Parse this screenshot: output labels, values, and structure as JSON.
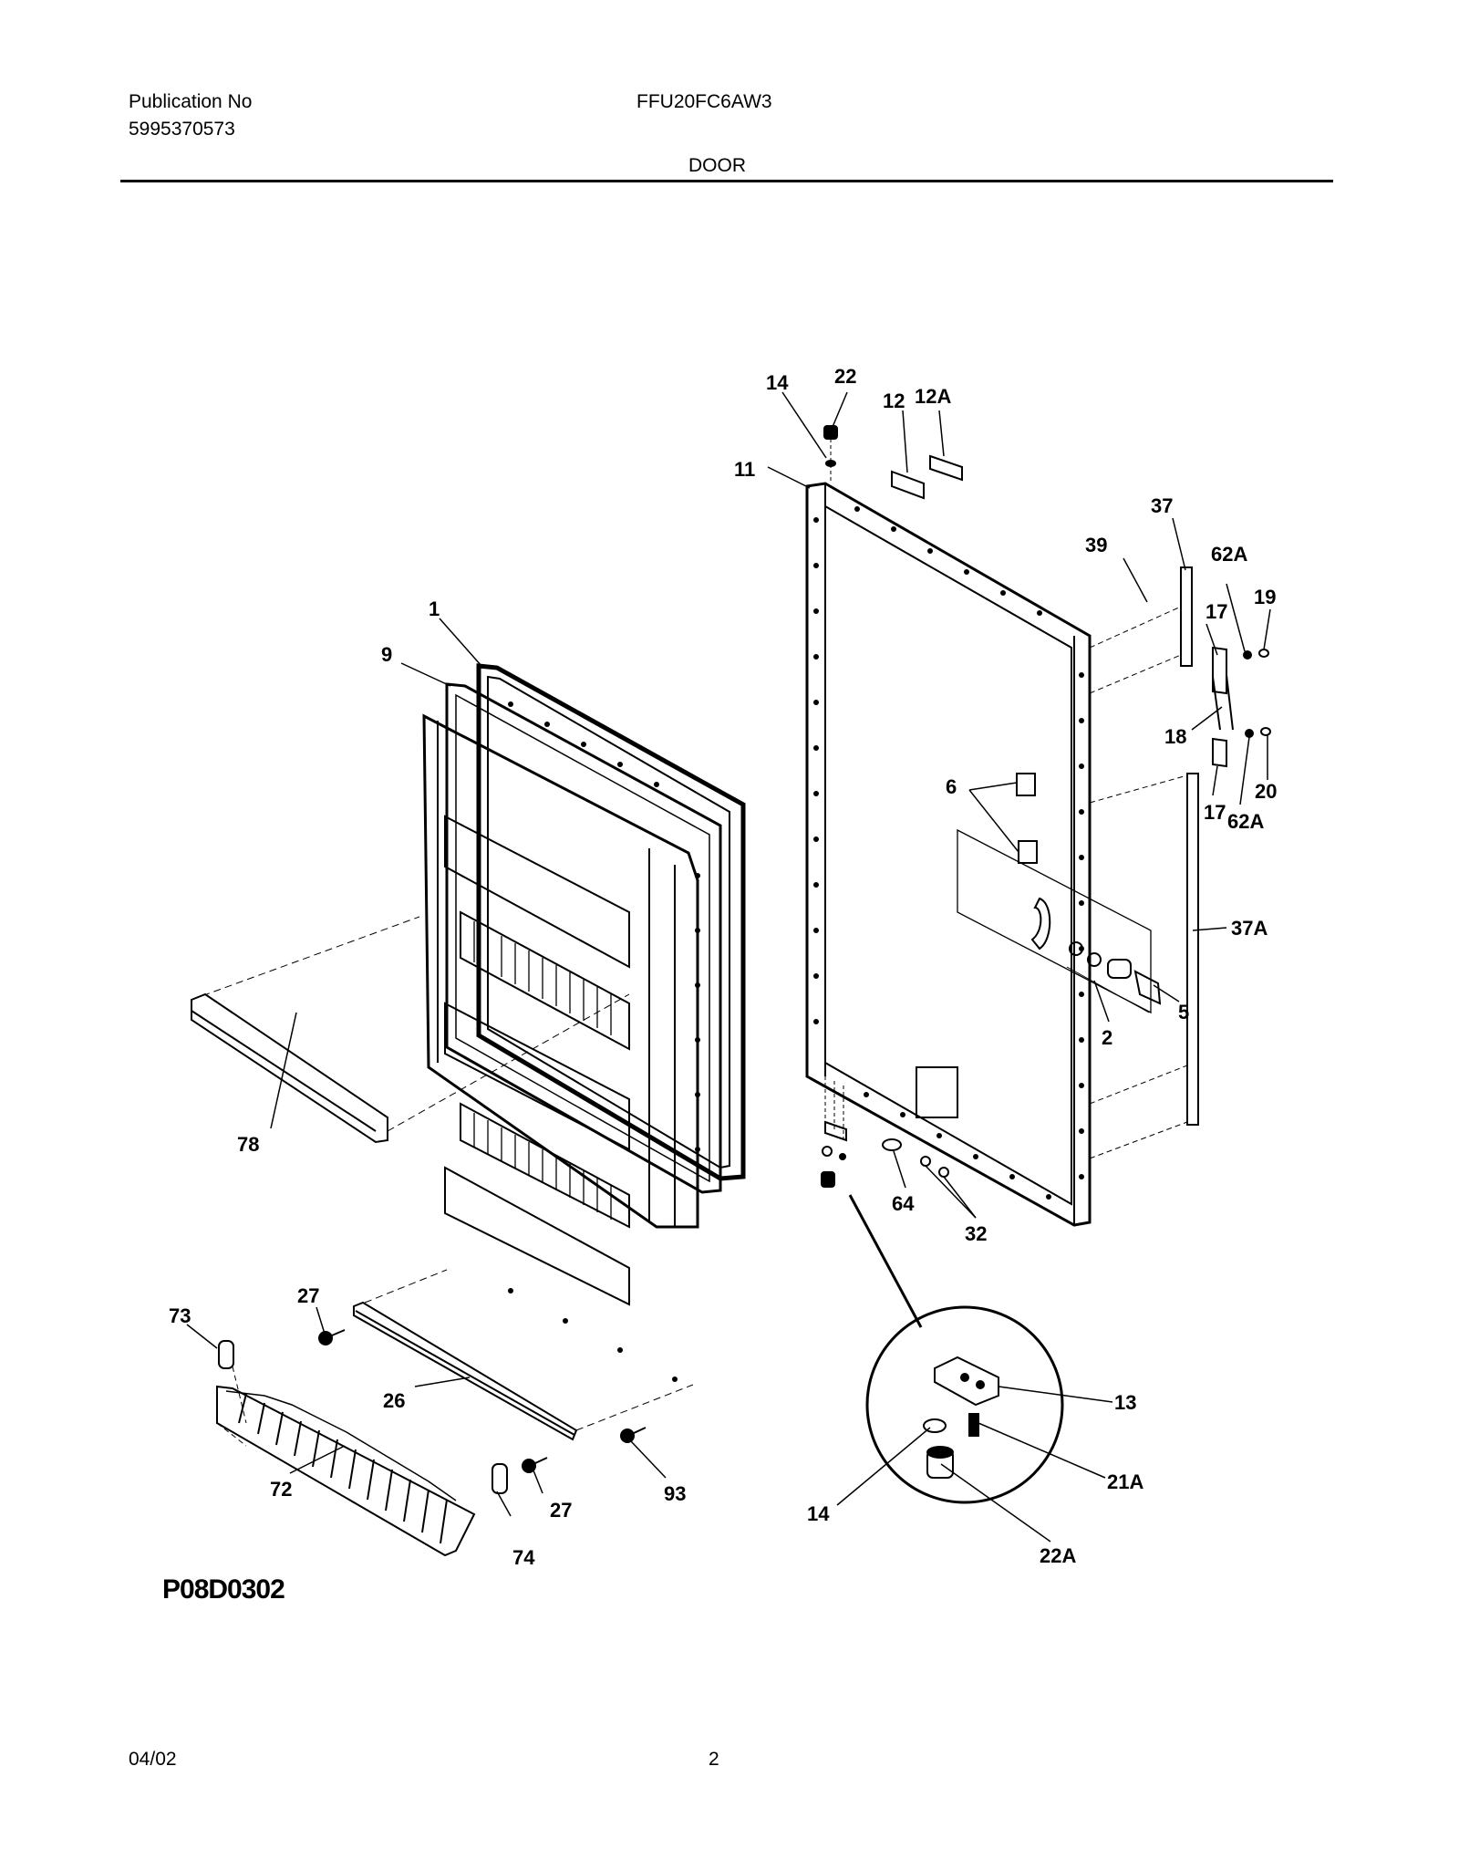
{
  "header": {
    "publication_label": "Publication No",
    "publication_number": "5995370573",
    "model": "FFU20FC6AW3",
    "section": "DOOR"
  },
  "diagram": {
    "code": "P08D0302",
    "callouts": [
      {
        "id": "c1",
        "label": "1"
      },
      {
        "id": "c9",
        "label": "9"
      },
      {
        "id": "c78",
        "label": "78"
      },
      {
        "id": "c73",
        "label": "73"
      },
      {
        "id": "c27a",
        "label": "27"
      },
      {
        "id": "c26",
        "label": "26"
      },
      {
        "id": "c72",
        "label": "72"
      },
      {
        "id": "c27b",
        "label": "27"
      },
      {
        "id": "c74",
        "label": "74"
      },
      {
        "id": "c93",
        "label": "93"
      },
      {
        "id": "c14a",
        "label": "14"
      },
      {
        "id": "c22",
        "label": "22"
      },
      {
        "id": "c12",
        "label": "12"
      },
      {
        "id": "c12A",
        "label": "12A"
      },
      {
        "id": "c11",
        "label": "11"
      },
      {
        "id": "c37",
        "label": "37"
      },
      {
        "id": "c39",
        "label": "39"
      },
      {
        "id": "c62Aa",
        "label": "62A"
      },
      {
        "id": "c19",
        "label": "19"
      },
      {
        "id": "c17a",
        "label": "17"
      },
      {
        "id": "c18",
        "label": "18"
      },
      {
        "id": "c6",
        "label": "6"
      },
      {
        "id": "c20",
        "label": "20"
      },
      {
        "id": "c17b",
        "label": "17"
      },
      {
        "id": "c62Ab",
        "label": "62A"
      },
      {
        "id": "c37A",
        "label": "37A"
      },
      {
        "id": "c5",
        "label": "5"
      },
      {
        "id": "c2",
        "label": "2"
      },
      {
        "id": "c64",
        "label": "64"
      },
      {
        "id": "c32",
        "label": "32"
      },
      {
        "id": "c13",
        "label": "13"
      },
      {
        "id": "c21A",
        "label": "21A"
      },
      {
        "id": "c14b",
        "label": "14"
      },
      {
        "id": "c22A",
        "label": "22A"
      }
    ]
  },
  "footer": {
    "date": "04/02",
    "page": "2"
  }
}
